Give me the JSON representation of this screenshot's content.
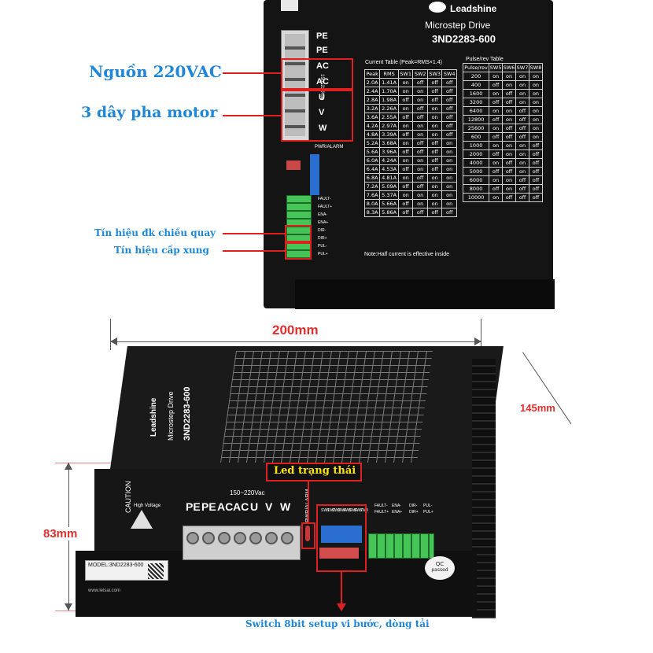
{
  "top_device": {
    "brand": "Leadshine",
    "product": "Microstep Drive",
    "model": "3ND2283-600",
    "terminals": [
      "PE",
      "PE",
      "AC",
      "AC",
      "U",
      "V",
      "W"
    ],
    "voltage_label": "150~220Vac",
    "pwr_alarm_label": "PWR/ALARM",
    "current_table_title": "Current Table (Peak=RMS×1.4)",
    "current_headers": [
      "Peak",
      "RMS",
      "SW1",
      "SW2",
      "SW3",
      "SW4"
    ],
    "current_rows": [
      [
        "2.0A",
        "1.41A",
        "on",
        "off",
        "off",
        "off"
      ],
      [
        "2.4A",
        "1.70A",
        "on",
        "on",
        "off",
        "off"
      ],
      [
        "2.8A",
        "1.98A",
        "off",
        "on",
        "off",
        "off"
      ],
      [
        "3.2A",
        "2.26A",
        "on",
        "off",
        "on",
        "off"
      ],
      [
        "3.6A",
        "2.55A",
        "off",
        "off",
        "on",
        "off"
      ],
      [
        "4.2A",
        "2.97A",
        "on",
        "on",
        "on",
        "off"
      ],
      [
        "4.8A",
        "3.39A",
        "off",
        "on",
        "on",
        "off"
      ],
      [
        "5.2A",
        "3.68A",
        "on",
        "off",
        "off",
        "on"
      ],
      [
        "5.6A",
        "3.96A",
        "off",
        "off",
        "off",
        "on"
      ],
      [
        "6.0A",
        "4.24A",
        "on",
        "on",
        "off",
        "on"
      ],
      [
        "6.4A",
        "4.53A",
        "off",
        "on",
        "off",
        "on"
      ],
      [
        "6.8A",
        "4.81A",
        "on",
        "off",
        "on",
        "on"
      ],
      [
        "7.2A",
        "5.09A",
        "off",
        "off",
        "on",
        "on"
      ],
      [
        "7.6A",
        "5.37A",
        "on",
        "on",
        "on",
        "on"
      ],
      [
        "8.0A",
        "5.66A",
        "off",
        "on",
        "on",
        "on"
      ],
      [
        "8.3A",
        "5.86A",
        "off",
        "off",
        "off",
        "off"
      ]
    ],
    "pulse_table_title": "Pulse/rev Table",
    "pulse_headers": [
      "Pulse/rev",
      "SW5",
      "SW6",
      "SW7",
      "SW8"
    ],
    "pulse_rows": [
      [
        "200",
        "on",
        "on",
        "on",
        "on"
      ],
      [
        "400",
        "off",
        "on",
        "on",
        "on"
      ],
      [
        "1600",
        "on",
        "off",
        "on",
        "on"
      ],
      [
        "3200",
        "off",
        "off",
        "on",
        "on"
      ],
      [
        "6400",
        "on",
        "on",
        "off",
        "on"
      ],
      [
        "12800",
        "off",
        "on",
        "off",
        "on"
      ],
      [
        "25600",
        "on",
        "off",
        "off",
        "on"
      ],
      [
        "600",
        "off",
        "off",
        "off",
        "on"
      ],
      [
        "1000",
        "on",
        "on",
        "on",
        "off"
      ],
      [
        "2000",
        "off",
        "on",
        "on",
        "off"
      ],
      [
        "4000",
        "on",
        "off",
        "on",
        "off"
      ],
      [
        "5000",
        "off",
        "off",
        "on",
        "off"
      ],
      [
        "6000",
        "on",
        "on",
        "off",
        "off"
      ],
      [
        "8000",
        "off",
        "on",
        "off",
        "off"
      ],
      [
        "10000",
        "on",
        "off",
        "off",
        "off"
      ]
    ],
    "note": "Note:Half current is effective inside",
    "signal_labels": [
      "FAULT-",
      "FAULT+",
      "ENA-",
      "ENA+",
      "DIR-",
      "DIR+",
      "PUL-",
      "PUL+"
    ]
  },
  "callouts": {
    "power": "Nguồn 220VAC",
    "motor": "3 dây pha motor",
    "dir_signal": "Tín hiệu đk chiều quay",
    "pulse_signal": "Tín hiệu cấp xung",
    "led": "Led trạng thái",
    "switch": "Switch 8bit setup vi bước, dòng tải"
  },
  "dimensions": {
    "width": "200mm",
    "depth": "145mm",
    "height": "83mm"
  },
  "bottom_device": {
    "caution": "CAUTION",
    "high_voltage": "High Voltage",
    "model_label": "MODEL:3ND2283-600",
    "website": "www.leisai.com",
    "qc": "QC",
    "qc_passed": "passed",
    "terminals": [
      "PE",
      "PE",
      "AC",
      "AC",
      "U",
      "V",
      "W"
    ],
    "voltage_label": "150~220Vac",
    "pwr_alarm_label": "PWR/ALARM",
    "switch_labels": [
      "SW1",
      "SW2",
      "SW3",
      "SW4",
      "SW5",
      "SW6",
      "SW7",
      "SW8"
    ],
    "signal_labels": [
      "FAULT-",
      "FAULT+",
      "ENA-",
      "ENA+",
      "DIR-",
      "DIR+",
      "PUL-",
      "PUL+"
    ]
  },
  "colors": {
    "callout_blue": "#1f87d6",
    "dimension_red": "#e03030",
    "led_label_yellow": "#ffe600",
    "device_black": "#141414"
  }
}
